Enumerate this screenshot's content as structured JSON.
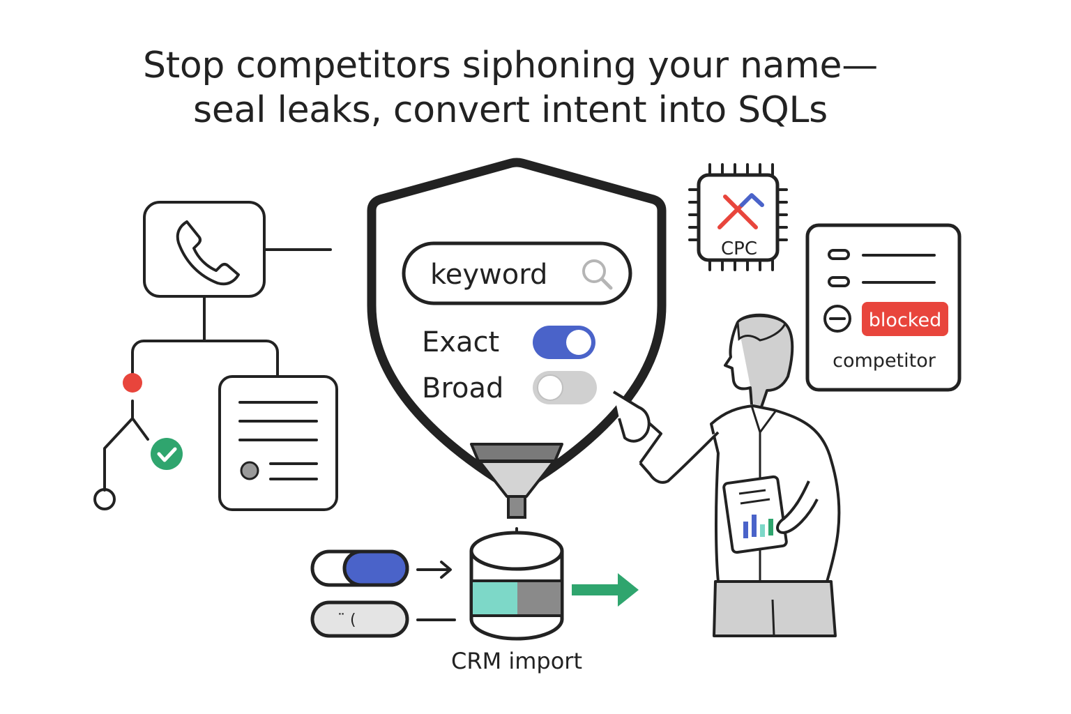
{
  "title": {
    "line1": "Stop competitors siphoning your name—",
    "line2": "seal leaks, convert intent into SQLs"
  },
  "search": {
    "value": "keyword"
  },
  "match_types": [
    {
      "label": "Exact",
      "on": true
    },
    {
      "label": "Broad",
      "on": false
    }
  ],
  "chip": {
    "label": "CPC"
  },
  "blocklist": {
    "badge": "blocked",
    "caption": "competitor"
  },
  "crm": {
    "label": "CRM import"
  },
  "pill_text": "¨ (",
  "colors": {
    "accent_blue": "#4a63c9",
    "alert_red": "#e8453c",
    "success_green": "#2fa56e",
    "teal": "#7dd8c8",
    "toggle_off": "#d0d0d0"
  },
  "icons": [
    "phone-icon",
    "document-icon",
    "check-icon",
    "search-icon",
    "funnel-icon",
    "database-icon",
    "chip-icon",
    "trend-icon",
    "minus-circle-icon",
    "arrow-right-icon"
  ]
}
